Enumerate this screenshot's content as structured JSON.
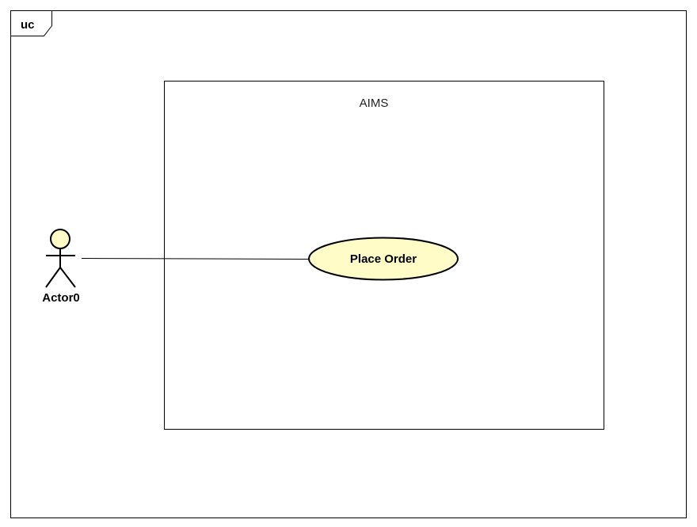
{
  "frame": {
    "label": "uc"
  },
  "system": {
    "name": "AIMS"
  },
  "actor": {
    "name": "Actor0"
  },
  "use_case": {
    "name": "Place Order"
  },
  "colors": {
    "element_fill": "#fffcc8",
    "stroke": "#000000",
    "background": "#ffffff"
  }
}
